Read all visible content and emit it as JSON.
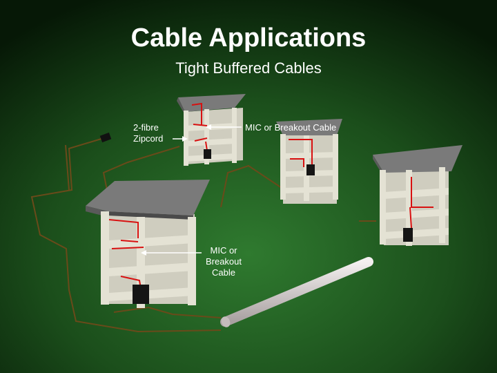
{
  "slide": {
    "title": "Cable Applications",
    "subtitle": "Tight Buffered Cables"
  },
  "labels": {
    "zipcord": "2-fibre\nZipcord",
    "mic_top": "MIC or Breakout Cable",
    "mic_bottom": "MIC or\nBreakout\nCable"
  },
  "colors": {
    "background_center": "#2f7a2f",
    "background_edge": "#061806",
    "rack_frame": "#e4e2d4",
    "rack_top": "#7a7a7a",
    "cable": "#d81010",
    "zipcord": "#6a4a1a",
    "conduit": "#d8d0d0"
  }
}
